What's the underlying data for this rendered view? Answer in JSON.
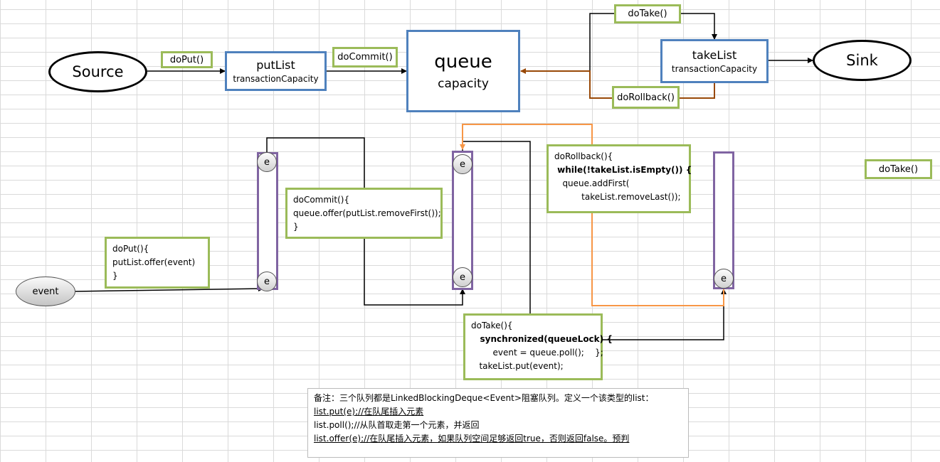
{
  "top": {
    "source": "Source",
    "sink": "Sink",
    "do_put": "doPut()",
    "do_commit": "doCommit()",
    "do_take": "doTake()",
    "do_rollback": "doRollback()",
    "put_list": {
      "title": "putList",
      "sub": "transactionCapacity"
    },
    "queue": {
      "title": "queue",
      "sub": "capacity"
    },
    "take_list": {
      "title": "takeList",
      "sub": "transactionCapacity"
    }
  },
  "bottom": {
    "event": "event",
    "element_label": "e",
    "do_put_code": [
      "doPut(){",
      "putList.offer(event)",
      "}"
    ],
    "do_commit_code": [
      "doCommit(){",
      "queue.offer(putList.removeFirst());",
      "}"
    ],
    "do_rollback_code": [
      "doRollback(){",
      " while(!takeList.isEmpty()) {",
      "   queue.addFirst(",
      "          takeList.removeLast());"
    ],
    "do_take_code": [
      "doTake(){",
      "   synchronized(queueLock) {",
      "        event = queue.poll();    };",
      "   takeList.put(event);"
    ],
    "side_do_take": "doTake()"
  },
  "note": {
    "lines": [
      "备注：三个队列都是LinkedBlockingDeque<Event>阻塞队列。定义一个该类型的list：",
      "list.put(e);//在队尾插入元素",
      "list.poll();//从队首取走第一个元素，并返回",
      "list.offer(e);//在队尾插入元素，如果队列空间足够返回true，否则返回false。预判"
    ]
  },
  "colors": {
    "green": "#9bbb59",
    "blue": "#4f81bd",
    "purple": "#8064a2",
    "brown": "#984807",
    "orange": "#f79646"
  }
}
